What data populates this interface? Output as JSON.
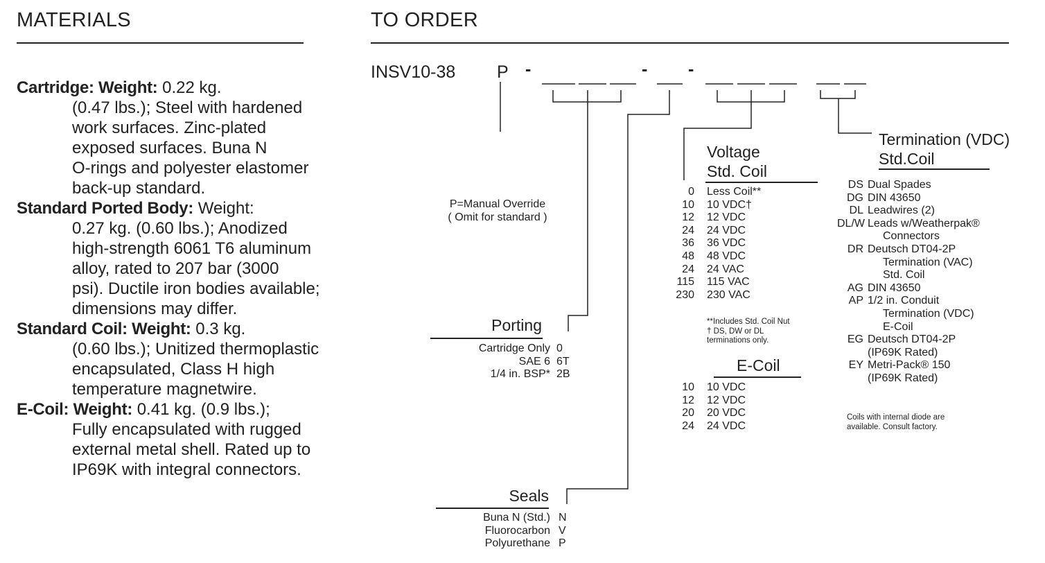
{
  "materials": {
    "heading": "MATERIALS",
    "items": [
      {
        "label": "Cartridge: Weight:",
        "first": " 0.22 kg.",
        "lines": [
          "(0.47 lbs.); Steel with hardened",
          "work surfaces. Zinc-plated",
          "exposed surfaces. Buna N",
          "O-rings and polyester elastomer",
          "back-up standard."
        ]
      },
      {
        "label": "Standard Ported Body:",
        "first": " Weight:",
        "lines": [
          "0.27 kg. (0.60 lbs.); Anodized",
          "high-strength 6061 T6 aluminum",
          "alloy, rated to 207 bar (3000",
          "psi). Ductile iron bodies available;",
          "dimensions may differ."
        ]
      },
      {
        "label": "Standard Coil: Weight:",
        "first": " 0.3 kg.",
        "lines": [
          "(0.60 lbs.); Unitized thermoplastic",
          "encapsulated, Class H high",
          "temperature magnetwire."
        ]
      },
      {
        "label": "E-Coil: Weight:",
        "first": " 0.41 kg. (0.9 lbs.);",
        "lines": [
          "Fully encapsulated with rugged",
          "external metal shell. Rated up to",
          "IP69K with integral connectors."
        ]
      }
    ]
  },
  "order": {
    "heading": "TO ORDER",
    "part_number": "INSV10-38",
    "option_letter": "P",
    "dash": "-",
    "manual_override": [
      "P=Manual Override",
      "( Omit for standard )"
    ],
    "porting": {
      "title": "Porting",
      "rows": [
        {
          "label": "Cartridge Only",
          "code": "0"
        },
        {
          "label": "SAE 6",
          "code": "6T"
        },
        {
          "label": "1/4 in. BSP*",
          "code": "2B"
        }
      ]
    },
    "seals": {
      "title": "Seals",
      "rows": [
        {
          "label": "Buna N (Std.)",
          "code": "N"
        },
        {
          "label": "Fluorocarbon",
          "code": "V"
        },
        {
          "label": "Polyurethane",
          "code": "P"
        }
      ]
    },
    "voltage": {
      "title": [
        "Voltage",
        "Std. Coil"
      ],
      "rows": [
        {
          "code": "0",
          "label": "Less Coil**"
        },
        {
          "code": "10",
          "label": "10 VDC†"
        },
        {
          "code": "12",
          "label": "12 VDC"
        },
        {
          "code": "24",
          "label": "24 VDC"
        },
        {
          "code": "36",
          "label": "36 VDC"
        },
        {
          "code": "48",
          "label": "48 VDC"
        },
        {
          "code": "24",
          "label": "24 VAC"
        },
        {
          "code": "115",
          "label": "115 VAC"
        },
        {
          "code": "230",
          "label": "230 VAC"
        }
      ],
      "notes": [
        "**Includes Std. Coil Nut",
        "† DS, DW or DL",
        "terminations only."
      ]
    },
    "ecoil": {
      "title": "E-Coil",
      "rows": [
        {
          "code": "10",
          "label": "10 VDC"
        },
        {
          "code": "12",
          "label": "12 VDC"
        },
        {
          "code": "20",
          "label": "20 VDC"
        },
        {
          "code": "24",
          "label": "24 VDC"
        }
      ]
    },
    "termination": {
      "title": [
        "Termination (VDC)",
        "Std.Coil"
      ],
      "rows": [
        {
          "code": "DS",
          "label": "Dual Spades"
        },
        {
          "code": "DG",
          "label": "DIN 43650"
        },
        {
          "code": "DL",
          "label": "Leadwires (2)"
        },
        {
          "code": "DL/W",
          "label": "Leads w/Weatherpak®"
        },
        {
          "code": "",
          "label": "Connectors",
          "indent": true
        },
        {
          "code": "DR",
          "label": "Deutsch DT04-2P"
        },
        {
          "code": "",
          "label": "Termination (VAC)",
          "indent": true
        },
        {
          "code": "",
          "label": "Std. Coil",
          "indent": true
        },
        {
          "code": "AG",
          "label": "DIN 43650"
        },
        {
          "code": "AP",
          "label": "1/2 in. Conduit"
        },
        {
          "code": "",
          "label": "Termination (VDC)",
          "indent": true
        },
        {
          "code": "",
          "label": "E-Coil",
          "indent": true
        },
        {
          "code": "EG",
          "label": "Deutsch DT04-2P"
        },
        {
          "code": "",
          "label": "(IP69K Rated)"
        },
        {
          "code": "EY",
          "label": "Metri-Pack® 150"
        },
        {
          "code": "",
          "label": "(IP69K Rated)"
        }
      ],
      "notes": [
        "Coils with internal diode are",
        "available. Consult factory."
      ]
    }
  }
}
